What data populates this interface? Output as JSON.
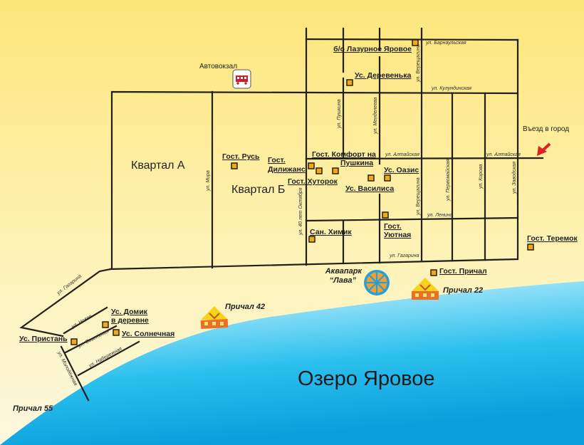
{
  "map": {
    "lake_label": "Озеро Яровое",
    "entry_label": "Въезд в город",
    "bus_station_label": "Автовокзал",
    "districts": [
      "Квартал А",
      "Квартал Б"
    ],
    "streets": {
      "barnaulskaya": "ул. Барнаульская",
      "kulundinskaya": "ул. Кулундинская",
      "vereshchagina_top": "ул. Верещагина",
      "pushkina": "ул. Пушкина",
      "mendeleeva": "ул. Менделеева",
      "altayskaya_1": "ул. Алтайская",
      "altayskaya_2": "ул. Алтайская",
      "mira": "ул. Мира",
      "oktyabrya": "ул. 40 лет Октября",
      "vereshchagina": "ул. Верещагина",
      "pervomayskaya": "ул. Первомайская",
      "kirova": "ул. Кирова",
      "zavodskaya": "ул. Заводская",
      "lenina": "ул. Ленина",
      "gagarina": "ул. Гагарина",
      "gagarina_2": "ул. Гагарина",
      "novaya": "ул. Новая",
      "sovetskaya": "ул. Советская",
      "naberezhnaya": "ул. Набережная",
      "molodezhnaya": "ул. Молодёжная"
    },
    "places": {
      "lazurnoe": "б/о Лазурное Яровое",
      "derevenka": "Ус. Деревенька",
      "rus": "Гост. Русь",
      "dilizhans_1": "Гост.",
      "dilizhans_2": "Дилижанс",
      "komfort_1": "Гост. Комфорт на",
      "komfort_2": "Пушкина",
      "khutorok": "Гост. Хуторок",
      "vasilisa": "Ус. Василиса",
      "oazis": "Ус. Оазис",
      "uyutnaya_1": "Гост.",
      "uyutnaya_2": "Уютная",
      "khimik": "Сан. Химик",
      "teremok": "Гост. Теремок",
      "prichal_hotel": "Гост. Причал",
      "domik_1": "Ус. Домик",
      "domik_2": "в деревне",
      "solnechnaya": "Ус. Солнечная",
      "pristan": "Ус. Пристань",
      "aquapark_1": "Аквапарк",
      "aquapark_2": "“Лава”"
    },
    "piers": [
      "Причал 22",
      "Причал 42",
      "Причал 55"
    ],
    "colors": {
      "marker": "#f2a81d",
      "arrow": "#e02020",
      "lake": "#1fb4e8",
      "land": "#fdeb85"
    }
  }
}
